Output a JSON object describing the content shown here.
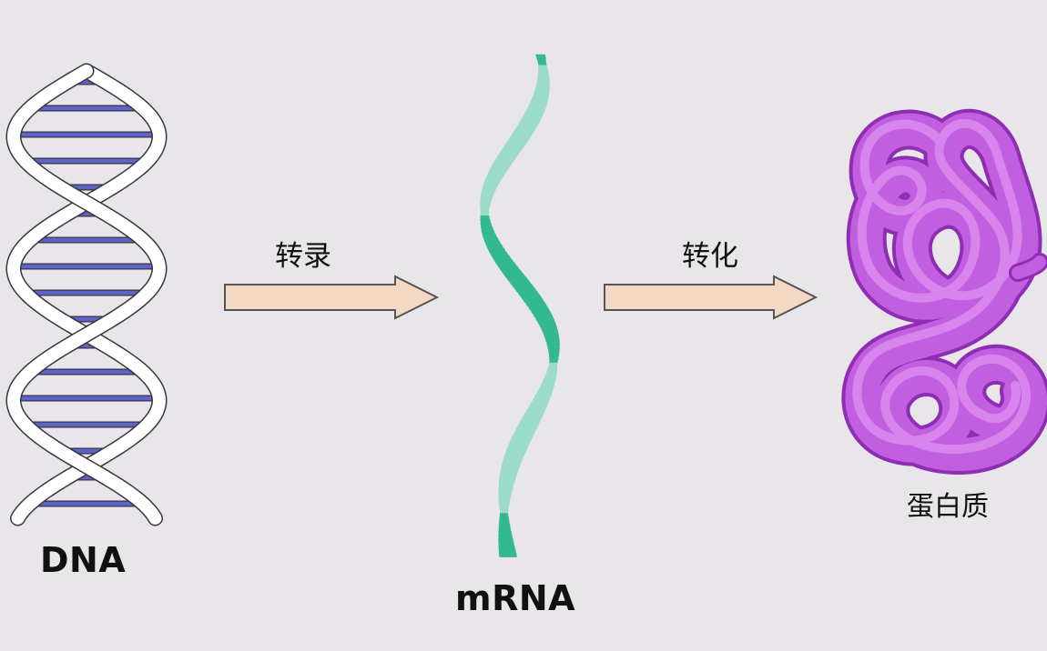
{
  "labels": {
    "dna": "DNA",
    "mrna": "mRNA",
    "protein": "蛋白质",
    "transcription": "转录",
    "translation": "转化"
  },
  "colors": {
    "background": "#e9e6ea",
    "dna_strand": "#ffffff",
    "dna_outline": "#3a3540",
    "dna_base_pair": "#5b64c9",
    "mrna_front": "#33b98e",
    "mrna_back": "#9bdcc8",
    "arrow_fill": "#f3d9c4",
    "arrow_stroke": "#555555",
    "protein_fill": "#c25ee0",
    "protein_highlight": "#eaa6f5",
    "protein_shadow": "#8e2eb3"
  },
  "icons": {
    "dna": "dna-double-helix-icon",
    "mrna": "mrna-ribbon-icon",
    "protein": "folded-protein-icon",
    "arrow": "arrow-right-icon"
  }
}
